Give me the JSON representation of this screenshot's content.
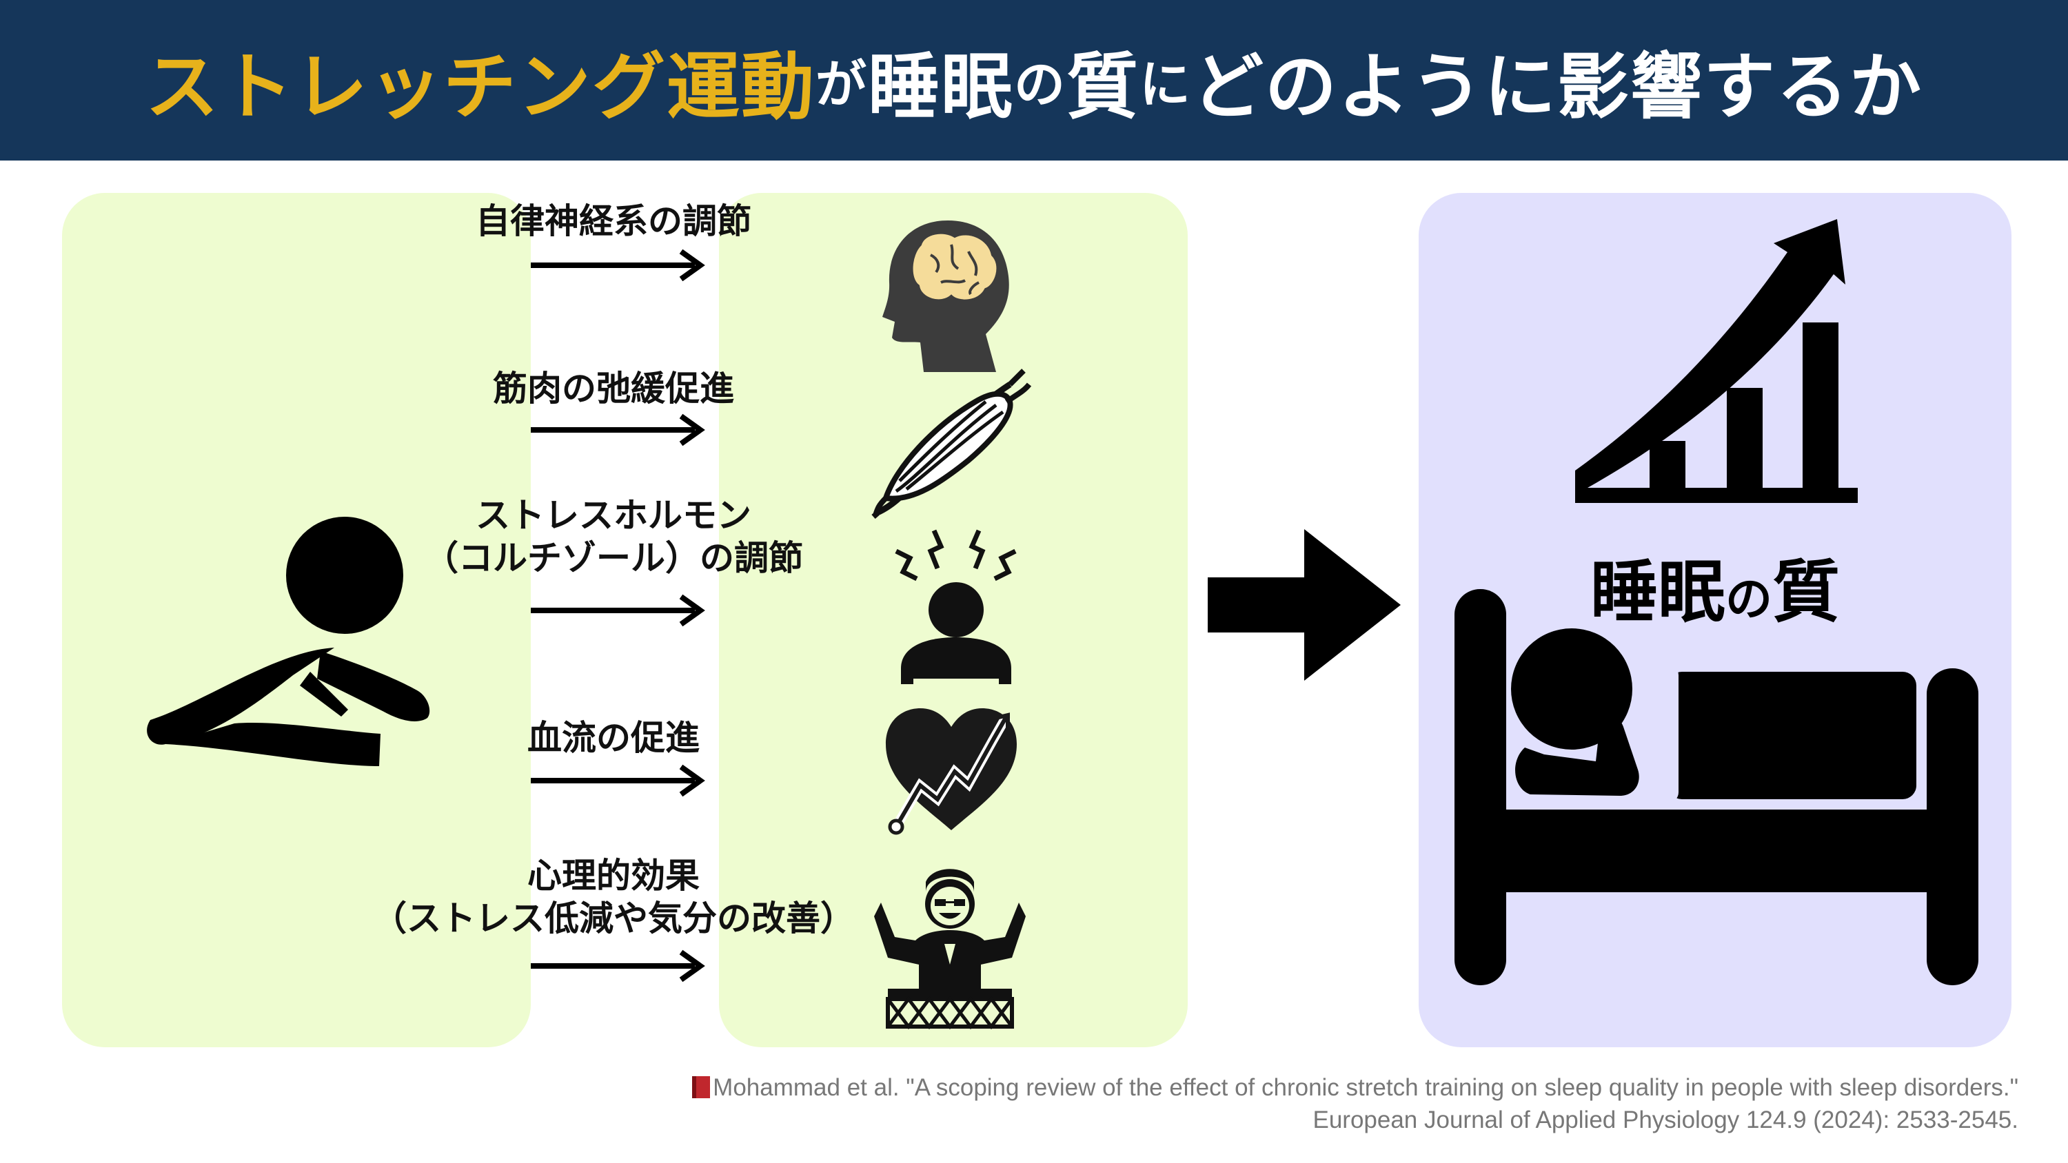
{
  "header": {
    "title_highlight": "ストレッチング運動",
    "title_parts": [
      "が",
      "睡眠",
      "の",
      "質",
      "に",
      "どのように影響するか"
    ]
  },
  "mechanisms": [
    {
      "lines": [
        "自律神経系の調節"
      ],
      "icon": "brain-head-icon"
    },
    {
      "lines": [
        "筋肉の弛緩促進"
      ],
      "icon": "muscle-icon"
    },
    {
      "lines": [
        "ストレスホルモン",
        "（コルチゾール）の調節"
      ],
      "icon": "stressed-person-icon"
    },
    {
      "lines": [
        "血流の促進"
      ],
      "icon": "heart-pulse-icon"
    },
    {
      "lines": [
        "心理的効果",
        "（ストレス低減や気分の改善）"
      ],
      "icon": "happy-person-icon"
    }
  ],
  "result": {
    "label_large_1": "睡眠",
    "label_small": "の",
    "label_large_2": "質",
    "icons": [
      "growth-chart-icon",
      "sleeping-person-bed-icon"
    ]
  },
  "left_figure": {
    "icon": "stretching-person-icon"
  },
  "citation": {
    "icon": "book-icon",
    "line1": "Mohammad et al. \"A scoping review of the effect of chronic stretch training on sleep quality in people with sleep disorders.\"",
    "line2": "European Journal of Applied Physiology 124.9 (2024): 2533-2545."
  },
  "colors": {
    "header_bg": "#15365a",
    "title_highlight": "#e7b21b",
    "panel_green": "#eefcd0",
    "panel_purple": "#e1e0fd"
  }
}
